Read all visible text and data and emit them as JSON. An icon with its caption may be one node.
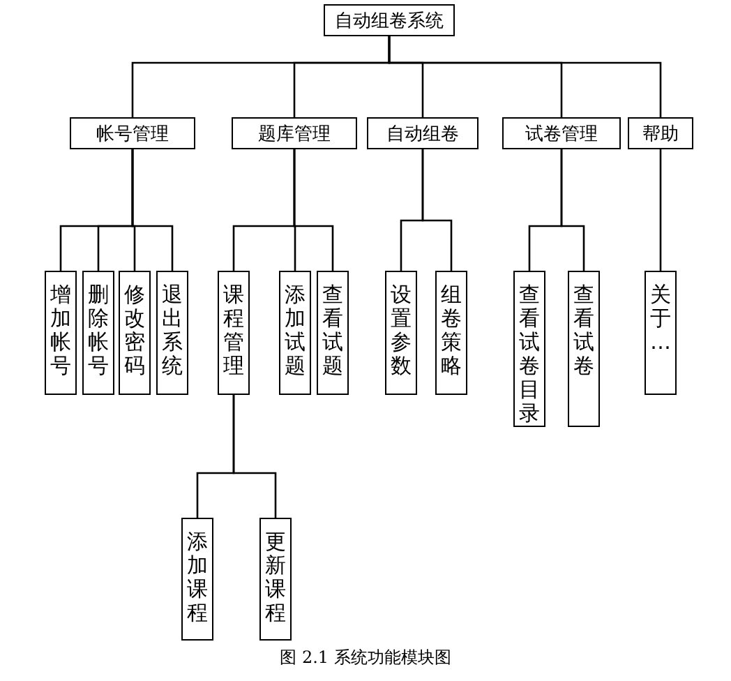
{
  "diagram": {
    "caption": "图 2.1 系统功能模块图",
    "nodes": [
      {
        "text": [
          "自动组卷系统"
        ]
      },
      {
        "text": [
          "帐号管理"
        ]
      },
      {
        "text": [
          "题库管理"
        ]
      },
      {
        "text": [
          "自动组卷"
        ]
      },
      {
        "text": [
          "试卷管理"
        ]
      },
      {
        "text": [
          "帮助"
        ]
      },
      {
        "text": [
          "增加帐号"
        ]
      },
      {
        "text": [
          "删除帐号"
        ]
      },
      {
        "text": [
          "修改密码"
        ]
      },
      {
        "text": [
          "退出系统"
        ]
      },
      {
        "text": [
          "课程管理"
        ]
      },
      {
        "text": [
          "添加试题"
        ]
      },
      {
        "text": [
          "查看试题"
        ]
      },
      {
        "text": [
          "设置参数"
        ]
      },
      {
        "text": [
          "组卷策略"
        ]
      },
      {
        "text": [
          "查看试卷目录"
        ]
      },
      {
        "text": [
          "查看试卷"
        ]
      },
      {
        "text": [
          "关于…"
        ]
      },
      {
        "text": [
          "添加课程"
        ]
      },
      {
        "text": [
          "更新课程"
        ]
      }
    ],
    "edges": [
      {
        "from": 0,
        "to": 1,
        "arrow": "none"
      },
      {
        "from": 0,
        "to": 2,
        "arrow": "none"
      },
      {
        "from": 0,
        "to": 3,
        "arrow": "none"
      },
      {
        "from": 0,
        "to": 4,
        "arrow": "none"
      },
      {
        "from": 0,
        "to": 5,
        "arrow": "none"
      },
      {
        "from": 1,
        "to": 6,
        "arrow": "none"
      },
      {
        "from": 1,
        "to": 7,
        "arrow": "none"
      },
      {
        "from": 1,
        "to": 8,
        "arrow": "none"
      },
      {
        "from": 1,
        "to": 9,
        "arrow": "none"
      },
      {
        "from": 2,
        "to": 10,
        "arrow": "none"
      },
      {
        "from": 2,
        "to": 11,
        "arrow": "none"
      },
      {
        "from": 2,
        "to": 12,
        "arrow": "none"
      },
      {
        "from": 3,
        "to": 13,
        "arrow": "none"
      },
      {
        "from": 3,
        "to": 14,
        "arrow": "none"
      },
      {
        "from": 4,
        "to": 15,
        "arrow": "none"
      },
      {
        "from": 4,
        "to": 16,
        "arrow": "none"
      },
      {
        "from": 5,
        "to": 17,
        "arrow": "none"
      },
      {
        "from": 10,
        "to": 18,
        "arrow": "none"
      },
      {
        "from": 10,
        "to": 19,
        "arrow": "none"
      }
    ]
  }
}
